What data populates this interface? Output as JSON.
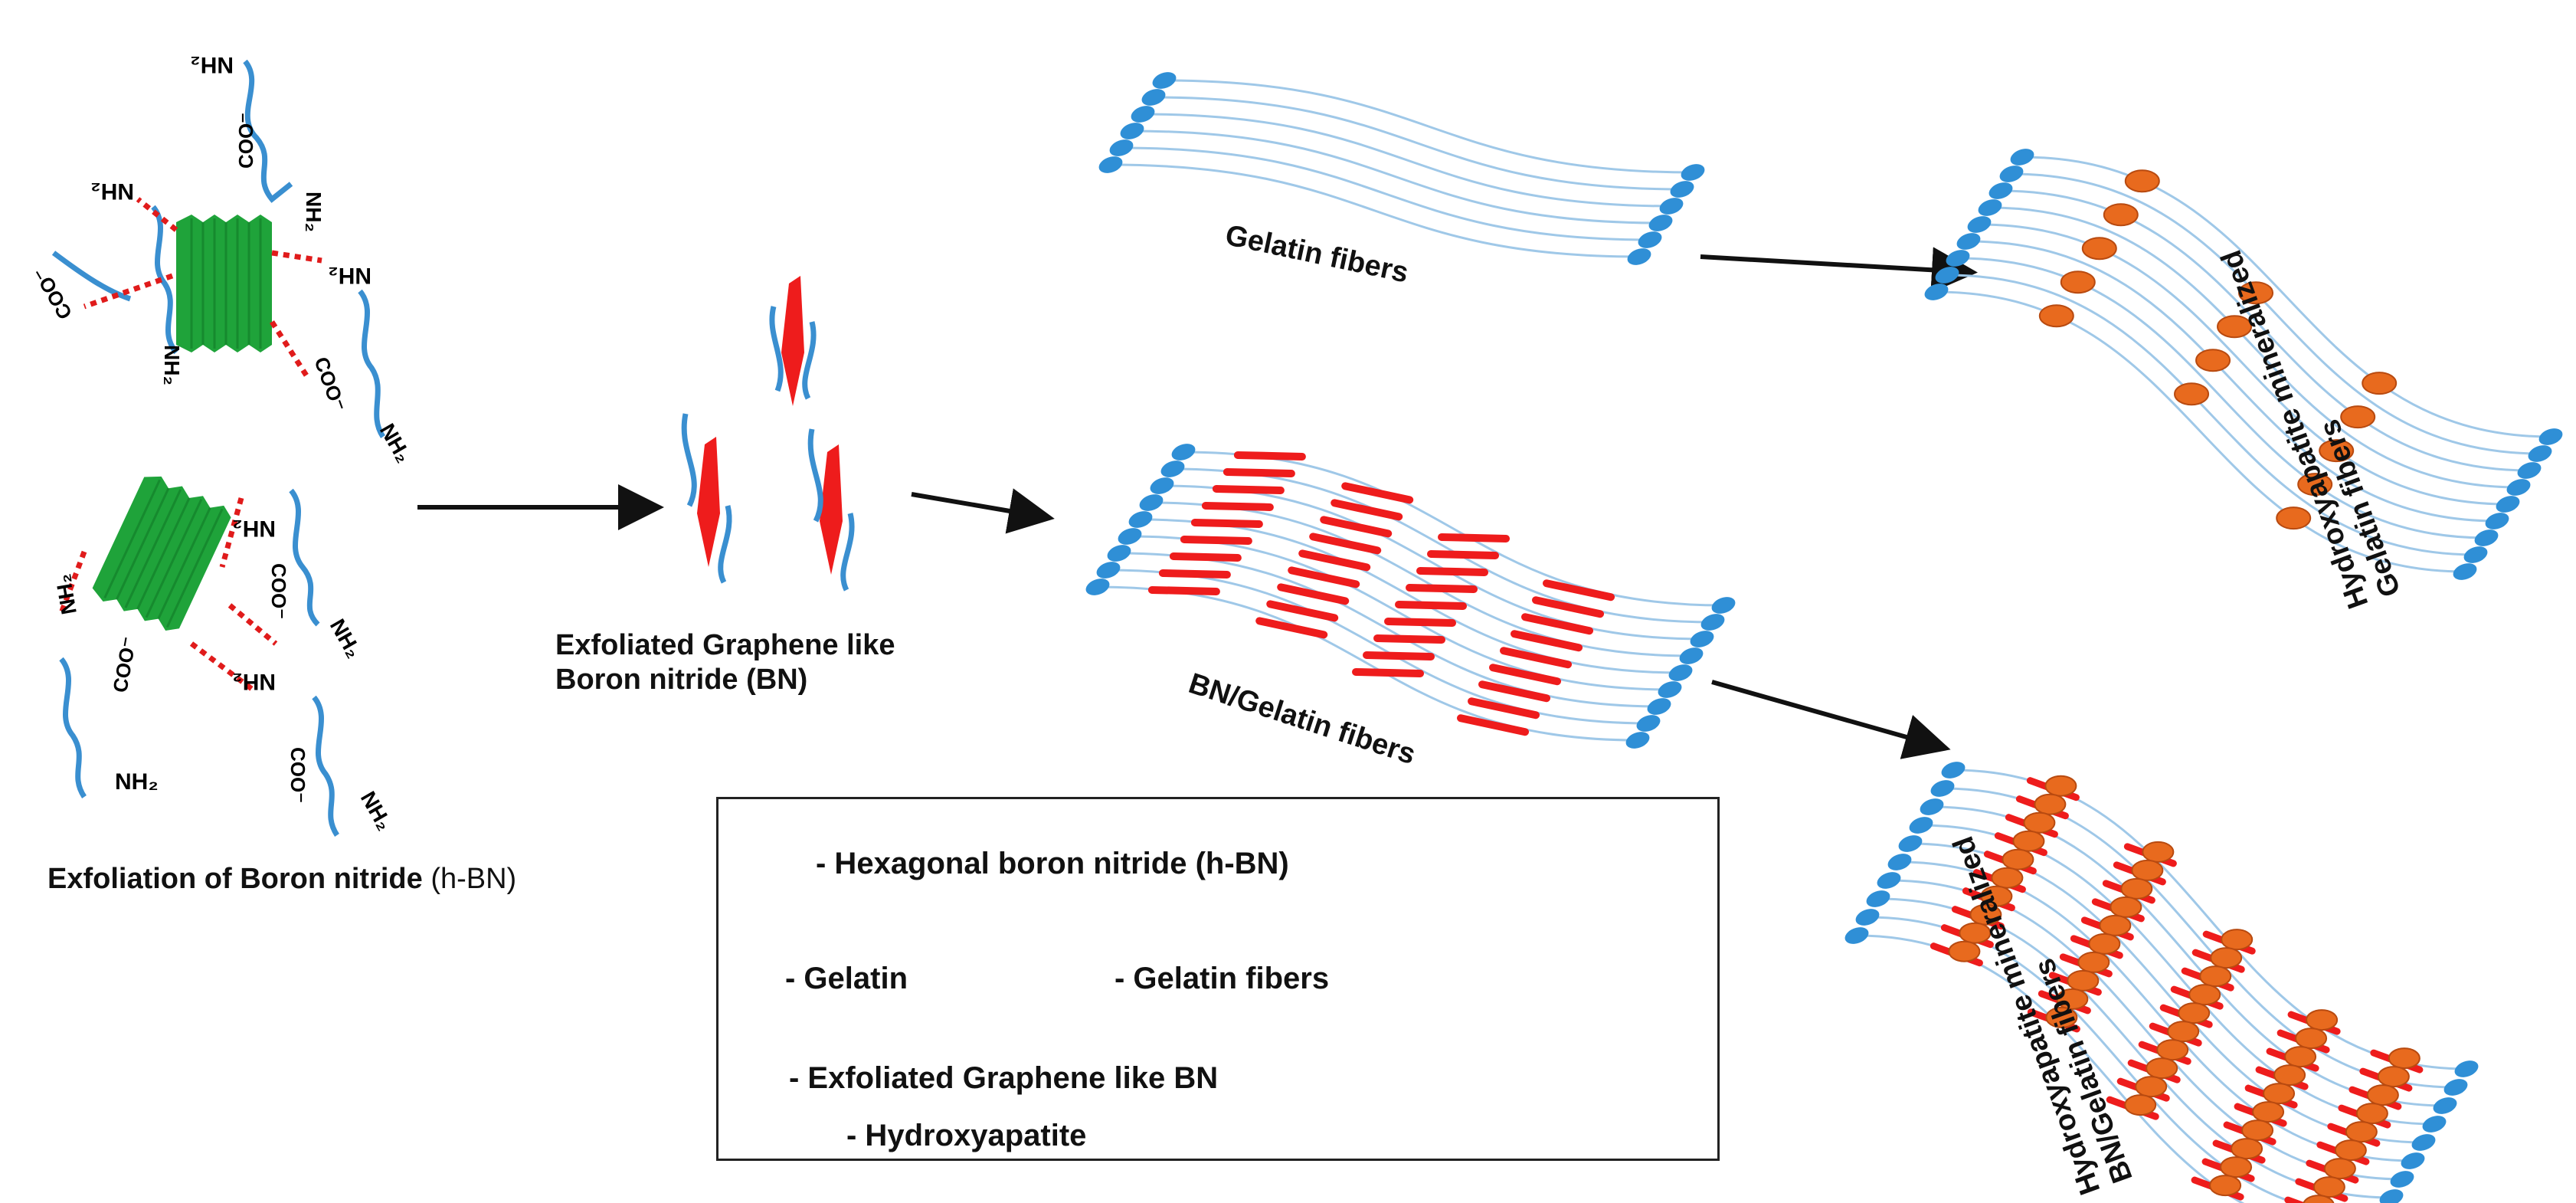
{
  "labels": {
    "exfoliation": "Exfoliation of Boron nitride",
    "exfoliation_suffix": "(h-BN)",
    "exfoliated_bn_line1": "Exfoliated Graphene like",
    "exfoliated_bn_line2": "Boron nitride (BN)",
    "gelatin_fibers": "Gelatin fibers",
    "bn_gelatin_fibers": "BN/Gelatin fibers",
    "ha_gelatin_line1": "Hydroxyapatite mineralized",
    "ha_gelatin_line2": "Gelatin fibers",
    "ha_bn_line1": "Hydroxyapatite mineralized",
    "ha_bn_line2": "BN/Gelatin fibers"
  },
  "chem": {
    "nh2": "NH2",
    "coo": "COO-"
  },
  "legend": {
    "hbn": "- Hexagonal boron nitride (h-BN)",
    "gelatin": "- Gelatin",
    "gelatin_fibers": "- Gelatin fibers",
    "exfoliated": "- Exfoliated Graphene like BN",
    "hydroxyapatite": "- Hydroxyapatite"
  },
  "colors": {
    "hbn_green": "#1fa33a",
    "gelatin_blue": "#3a8fd0",
    "bn_red": "#ee1c1c",
    "hydroxyapatite_orange": "#e86a1e",
    "fiber_line": "#9fc8e8",
    "fiber_end": "#2f8fd6"
  }
}
